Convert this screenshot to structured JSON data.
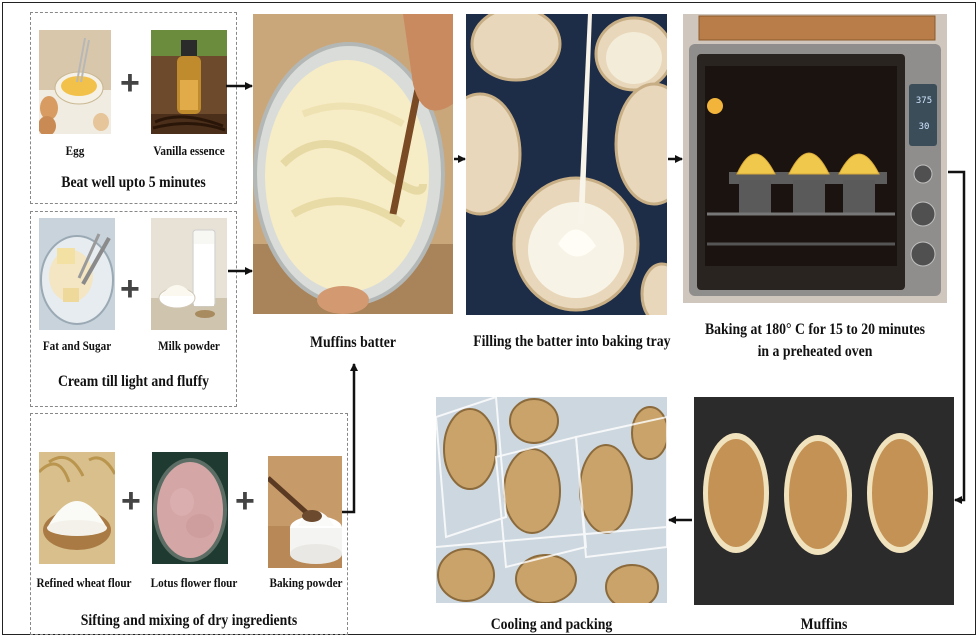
{
  "group1": {
    "items": [
      "Egg",
      "Vanilla essence"
    ],
    "step": "Beat well upto 5 minutes"
  },
  "group2": {
    "items": [
      "Fat and Sugar",
      "Milk powder"
    ],
    "step": "Cream till light and fluffy"
  },
  "group3": {
    "items": [
      "Refined wheat flour",
      "Lotus flower flour",
      "Baking powder"
    ],
    "step": "Sifting and mixing of dry ingredients"
  },
  "operators": {
    "plus": "+"
  },
  "stages": {
    "batter": "Muffins batter",
    "filling": "Filling the batter into baking tray",
    "baking": "Baking at 180° C for 15 to 20 minutes in a preheated oven",
    "muffins": "Muffins",
    "packing": "Cooling and packing"
  },
  "oven_display": [
    "375",
    "30"
  ]
}
